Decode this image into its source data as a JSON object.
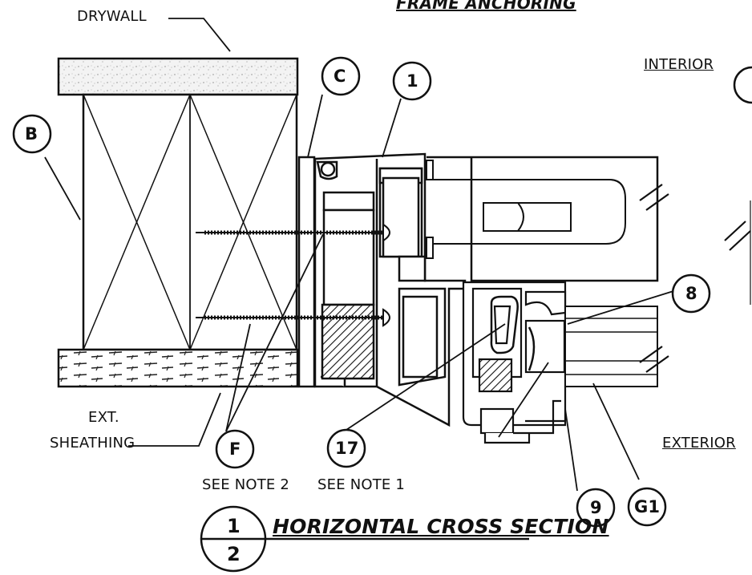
{
  "header": {
    "section_title": "FRAME ANCHORING"
  },
  "labels": {
    "drywall": "DRYWALL",
    "interior": "INTERIOR",
    "exterior": "EXTERIOR",
    "ext_sheathing_line1": "EXT.",
    "ext_sheathing_line2": "SHEATHING",
    "see_note_2": "SEE NOTE 2",
    "see_note_1": "SEE NOTE 1"
  },
  "callouts": {
    "b": "B",
    "c": "C",
    "one": "1",
    "eight": "8",
    "f": "F",
    "seventeen": "17",
    "nine": "9",
    "g1": "G1"
  },
  "section_marker": {
    "top": "1",
    "bottom": "2"
  },
  "footer": {
    "title": "HORIZONTAL CROSS SECTION"
  }
}
